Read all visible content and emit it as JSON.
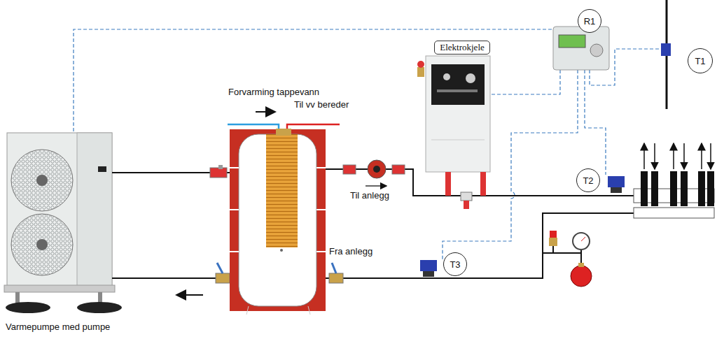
{
  "diagram": {
    "nodes": [
      {
        "text": [
          "Elektrokjele"
        ]
      },
      {
        "text": [
          "R1"
        ]
      },
      {
        "text": [
          "T1"
        ]
      },
      {
        "text": [
          "T2"
        ]
      },
      {
        "text": [
          "T3"
        ]
      }
    ],
    "labels": [
      "Forvarming tappevann",
      "Til vv bereder",
      "Til anlegg",
      "Fra anlegg",
      "Varmepumpe med pumpe"
    ]
  }
}
